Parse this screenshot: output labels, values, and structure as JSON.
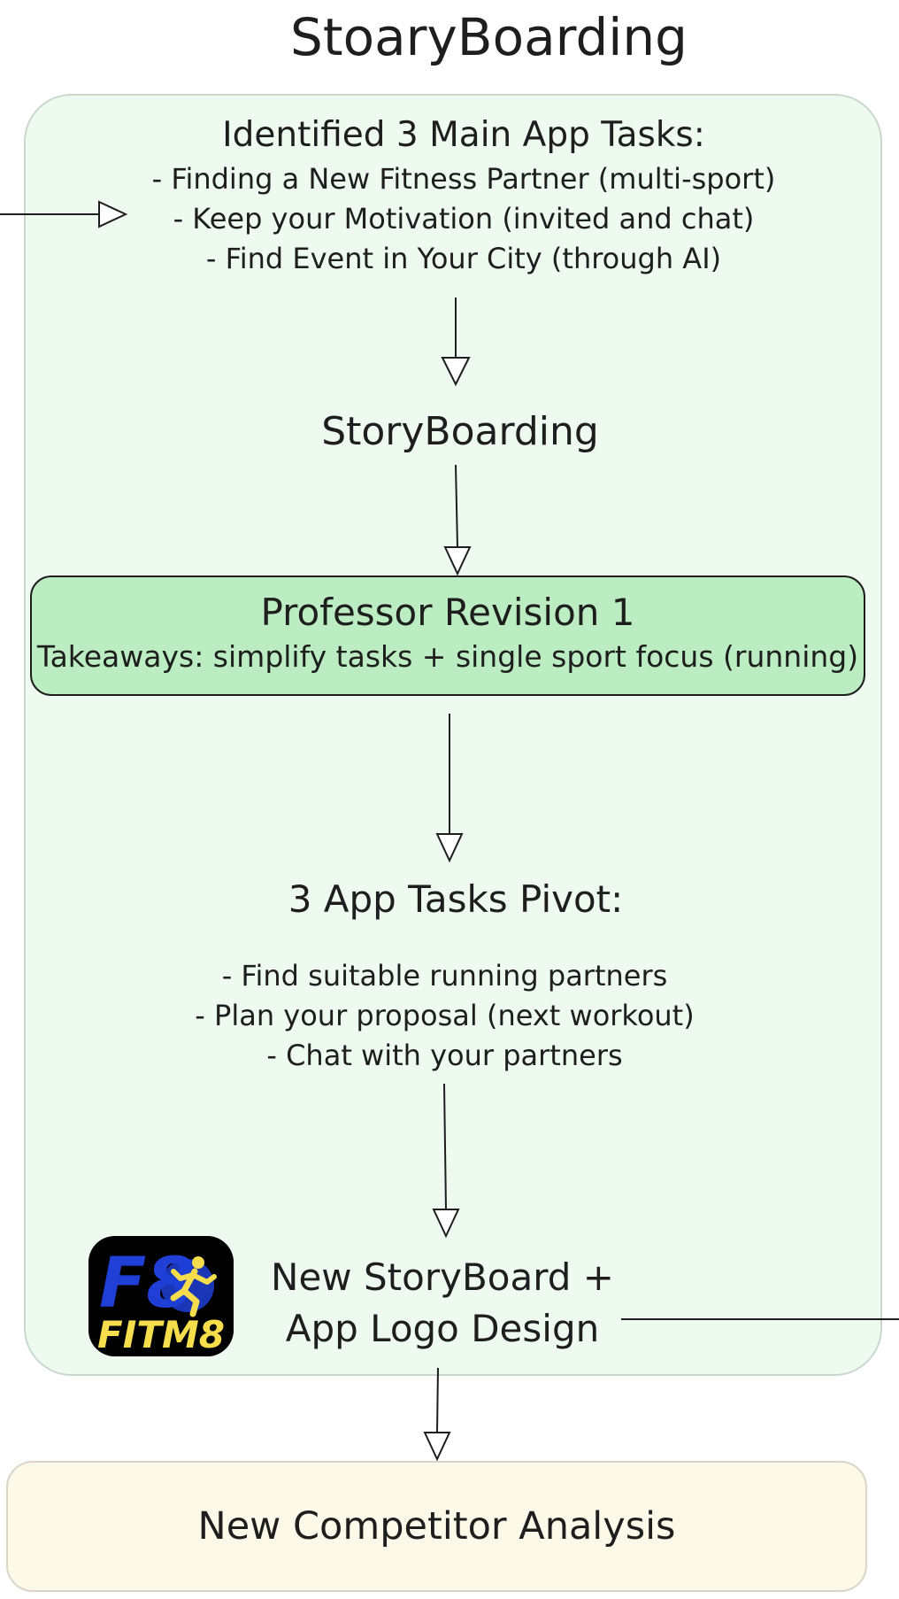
{
  "title": "StoaryBoarding",
  "tasks": {
    "heading": "Identified 3 Main App Tasks:",
    "lines": [
      "- Finding a New Fitness Partner (multi-sport)",
      "- Keep your Motivation (invited and chat)",
      "- Find Event in Your City (through AI)"
    ]
  },
  "storyboarding": "StoryBoarding",
  "revision": {
    "heading": "Professor Revision 1",
    "takeaways": "Takeaways: simplify tasks + single sport focus (running)"
  },
  "pivot": {
    "heading": "3 App Tasks Pivot:",
    "lines": [
      "- Find suitable running partners",
      "- Plan your proposal (next workout)",
      "- Chat with your partners"
    ]
  },
  "new_storyboard": {
    "line1": "New StoryBoard +",
    "line2": "App Logo Design"
  },
  "logo": {
    "mark": "F8",
    "wordmark": "FITM8",
    "icon": "runner-icon"
  },
  "competitor": "New Competitor Analysis",
  "colors": {
    "group_fill": "#eefaf0",
    "revision_fill": "#bcedc2",
    "competitor_fill": "#fdf9e8",
    "logo_blue": "#1f3fd6",
    "logo_yellow": "#f5dd4b"
  }
}
